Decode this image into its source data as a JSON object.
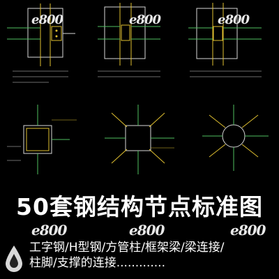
{
  "title": "50套钢结构节点标准图",
  "subtitle_line1": "工字钢/H型钢/方管柱/框架梁/梁连接/",
  "subtitle_line2": "柱脚/支撑的连接.............",
  "watermark": "e800",
  "colors": {
    "background": "#000000",
    "line_yellow": "#e0c030",
    "line_green": "#4fc060",
    "line_white": "#d8d8d8",
    "text": "#ffffff"
  },
  "icons": [
    "logo-drop-icon"
  ]
}
